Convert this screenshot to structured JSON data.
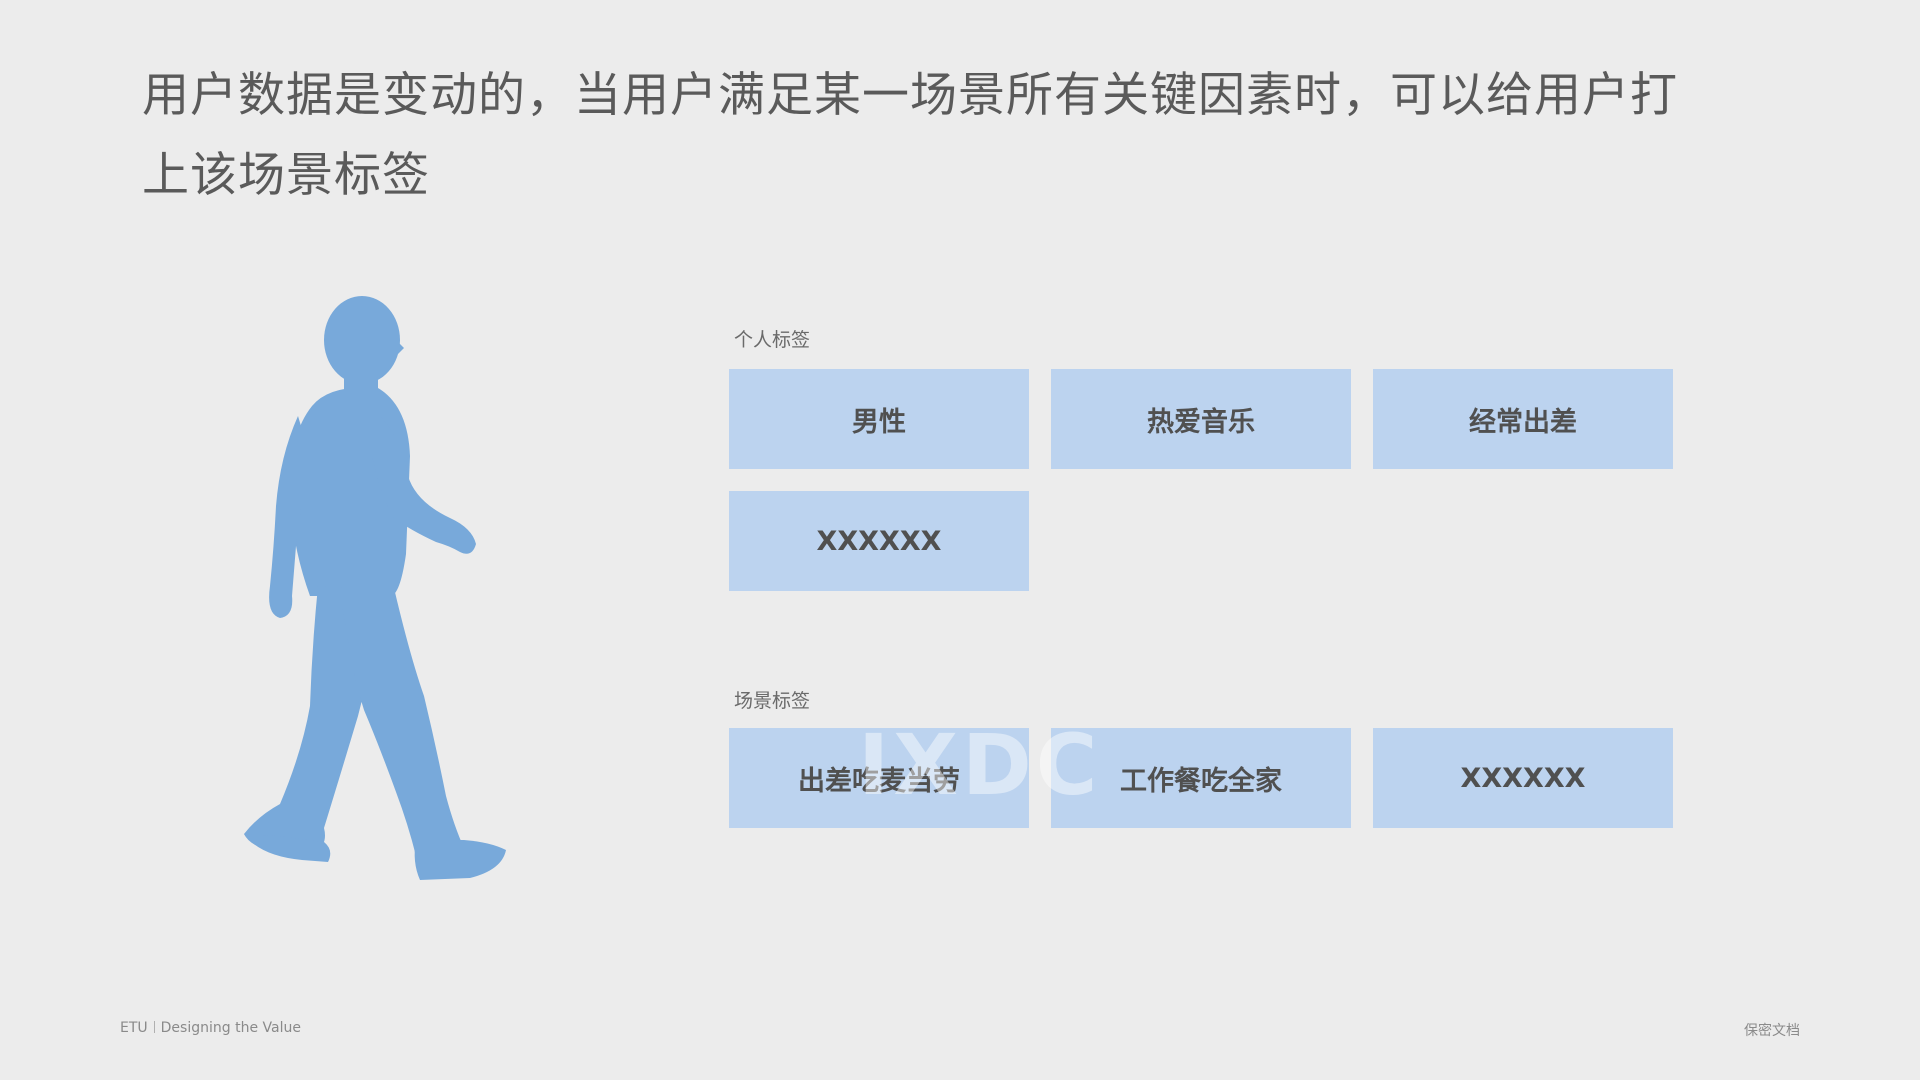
{
  "headline": "用户数据是变动的，当用户满足某一场景所有关键因素时，可以给用户打上该场景标签",
  "personal_section": {
    "label": "个人标签",
    "tags": [
      "男性",
      "热爱音乐",
      "经常出差",
      "XXXXXX"
    ]
  },
  "scene_section": {
    "label": "场景标签",
    "tags": [
      "出差吃麦当劳",
      "工作餐吃全家",
      "XXXXXX"
    ]
  },
  "watermark": "IXDC",
  "footer": {
    "brand": "ETU",
    "tagline": "Designing the Value",
    "confidential": "保密文档"
  },
  "colors": {
    "background": "#ececec",
    "tag_fill": "#bcd3ef",
    "figure": "#78a9da",
    "text": "#555555"
  },
  "icons": {
    "figure": "walking-person-silhouette-icon"
  }
}
